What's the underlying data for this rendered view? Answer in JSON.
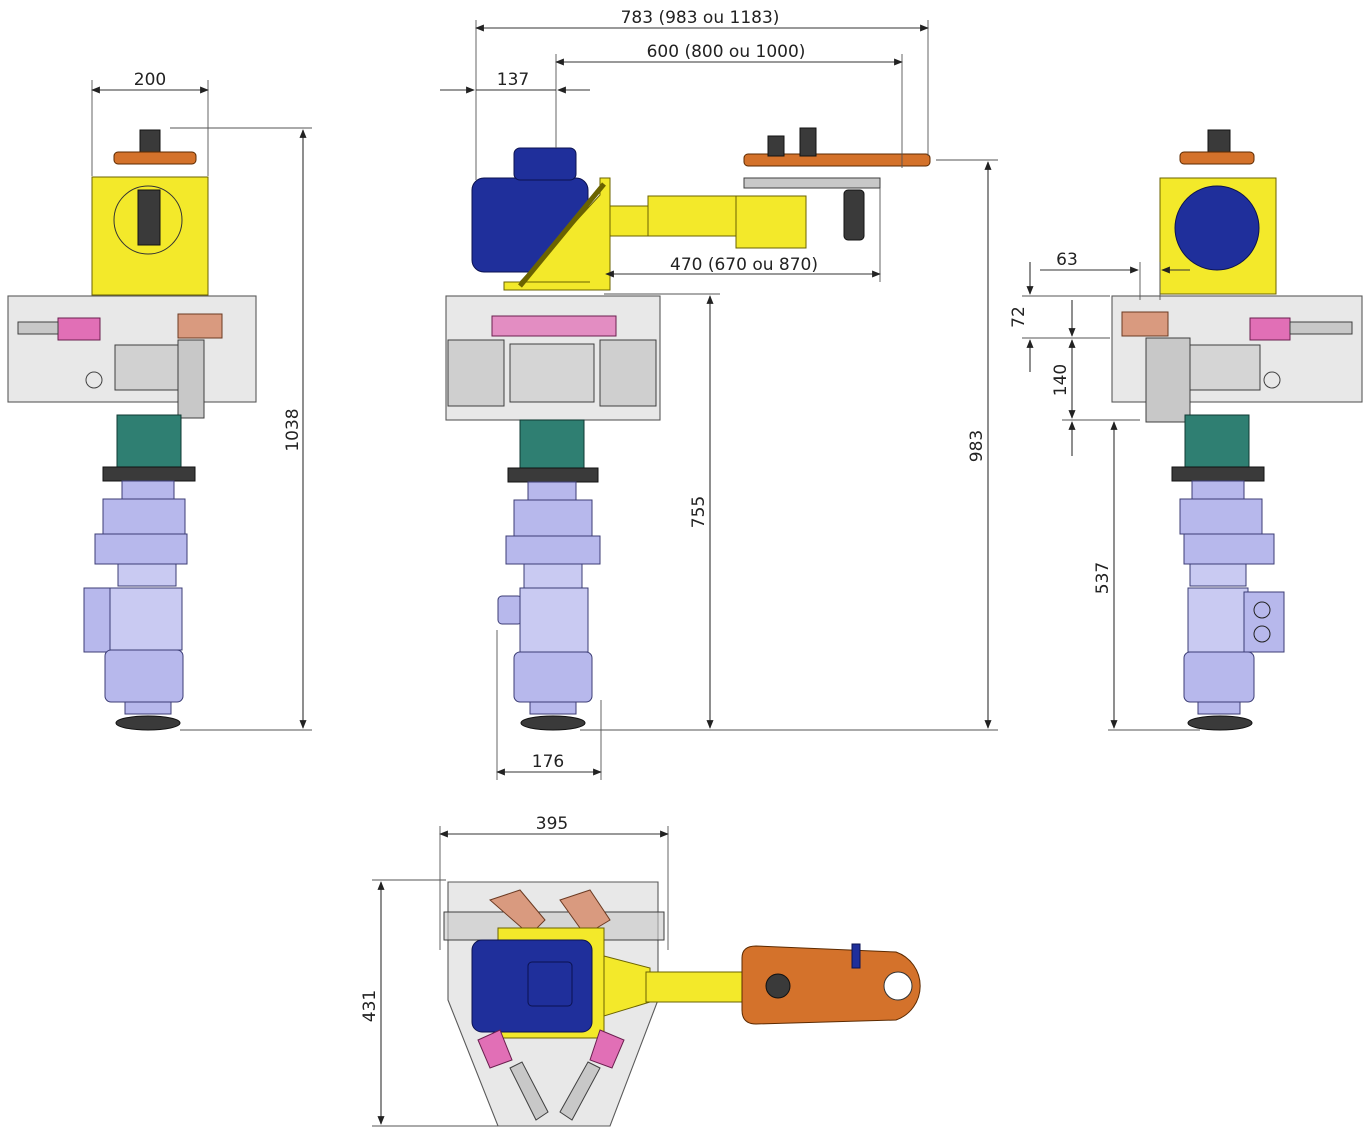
{
  "dimensions": {
    "left_view_width": "200",
    "left_view_height": "1038",
    "front_total_reach": "783 (983 ou 1183)",
    "front_arm_reach": "600 (800 ou 1000)",
    "front_offset": "137",
    "front_arm_length": "470 (670 ou 870)",
    "front_column_height": "755",
    "front_total_height": "983",
    "front_base_width": "176",
    "right_view_offset": "63",
    "right_view_height_72": "72",
    "right_view_height_140": "140",
    "right_view_height_537": "537",
    "top_view_width": "395",
    "top_view_depth": "431"
  },
  "colors": {
    "motor": "#1f2f9b",
    "yellow_frame": "#f3e92a",
    "column": "#2f7f72",
    "gearbox": "#b7b8ec",
    "arm_plate": "#d4722b",
    "frame_glass": "#d6d6d6"
  }
}
